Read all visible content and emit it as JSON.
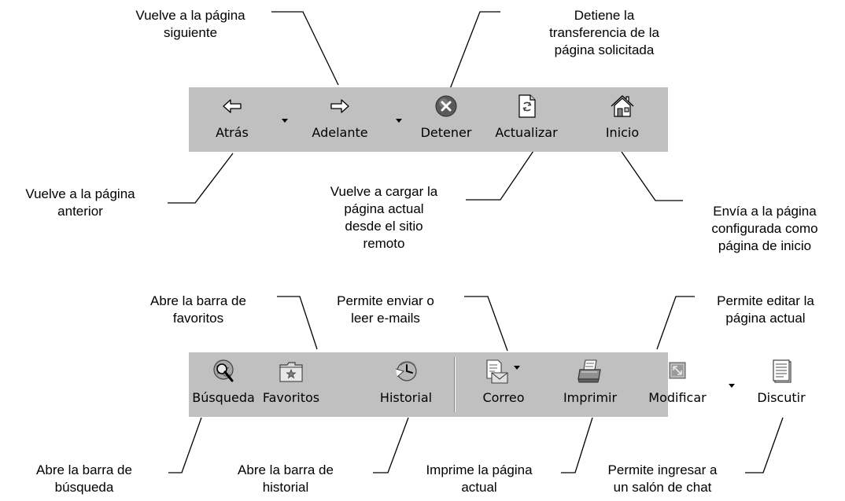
{
  "toolbar_top": {
    "back_label": "Atrás",
    "forward_label": "Adelante",
    "stop_label": "Detener",
    "refresh_label": "Actualizar",
    "home_label": "Inicio"
  },
  "toolbar_bottom": {
    "search_label": "Búsqueda",
    "favorites_label": "Favoritos",
    "history_label": "Historial",
    "mail_label": "Correo",
    "print_label": "Imprimir",
    "edit_label": "Modificar",
    "discuss_label": "Discutir"
  },
  "callouts": {
    "forward": "Vuelve a la página\nsiguiente",
    "stop": "Detiene la\ntransferencia de la\npágina solicitada",
    "back": "Vuelve a la página\nanterior",
    "refresh": "Vuelve a cargar la\npágina actual\ndesde el sitio\nremoto",
    "home": "Envía a la página\nconfigurada como\npágina de inicio",
    "favorites": "Abre la barra de\nfavoritos",
    "mail": "Permite enviar o\nleer e-mails",
    "edit": "Permite editar la\npágina actual",
    "search": "Abre la barra de\nbúsqueda",
    "history": "Abre la barra de\nhistorial",
    "print": "Imprime la página\nactual",
    "discuss": "Permite ingresar a\nun salón de chat"
  },
  "colors": {
    "toolbar_bg": "#c0c0c0",
    "stop_icon": "#5a5a5a",
    "icon_dark": "#404040",
    "icon_light": "#ffffff"
  },
  "icons": {
    "back": "arrow-left-icon",
    "forward": "arrow-right-icon",
    "stop": "stop-icon",
    "refresh": "refresh-page-icon",
    "home": "house-icon",
    "search": "globe-magnifier-icon",
    "favorites": "favorites-folder-icon",
    "history": "history-clock-icon",
    "mail": "mail-envelope-icon",
    "print": "printer-icon",
    "edit": "edit-page-icon",
    "discuss": "discuss-document-icon"
  }
}
